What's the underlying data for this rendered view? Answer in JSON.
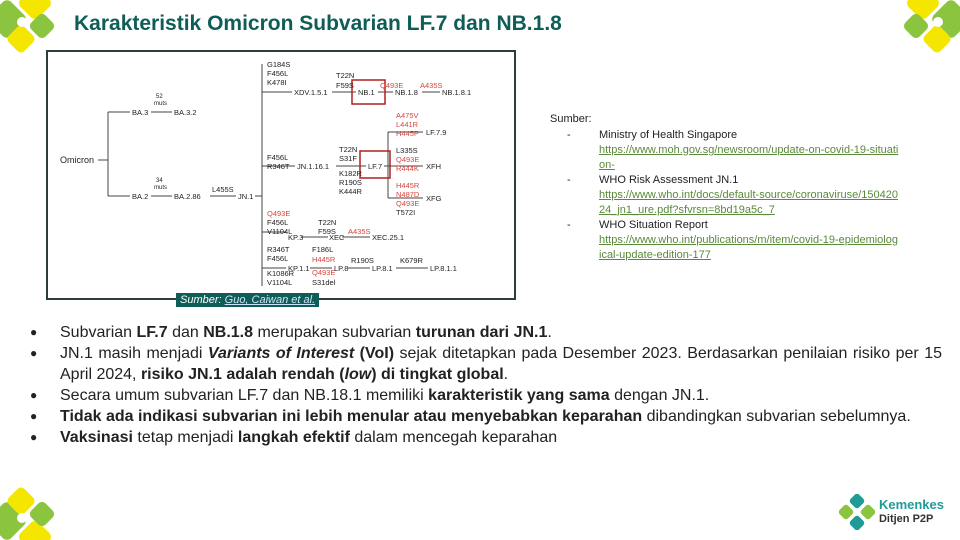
{
  "title": "Karakteristik Omicron Subvarian LF.7 dan NB.1.8",
  "tree": {
    "root": "Omicron",
    "nodes": {
      "ba3": "BA.3",
      "ba32": "BA.3.2",
      "ba3_muts_n": "52",
      "ba3_muts_l": "muts",
      "ba2": "BA.2",
      "ba286": "BA.2.86",
      "ba2_muts_n": "34",
      "ba2_muts_l": "muts",
      "l455s": "L455S",
      "jn1": "JN.1",
      "g184s": "G184S",
      "f456l_a": "F456L",
      "k478i": "K478I",
      "xdv": "XDV.1.5.1",
      "t22n_a": "T22N",
      "f59s_a": "F59S",
      "nb1": "NB.1",
      "q493e_a": "Q493E",
      "nb18": "NB.1.8",
      "a435s_a": "A435S",
      "nb181": "NB.1.8.1",
      "f456l_b": "F456L",
      "r346t_a": "R346T",
      "jn1161": "JN.1.16.1",
      "t22n_b": "T22N",
      "s31f": "S31F",
      "k182r": "K182R",
      "r190s_a": "R190S",
      "k444r": "K444R",
      "lf7": "LF.7",
      "a475v": "A475V",
      "l441r": "L441R",
      "h445p": "H445P",
      "lf79": "LF.7.9",
      "l335s": "L335S",
      "q493e_b": "Q493E",
      "r444k": "R444K",
      "xfh": "XFH",
      "h445r": "H445R",
      "n487d": "N487D",
      "q493e_c": "Q493E",
      "t572i": "T572I",
      "xfg": "XFG",
      "q493e_d": "Q493E",
      "f456l_c": "F456L",
      "v1104l_a": "V1104L",
      "kp3": "KP.3",
      "t22n_c": "T22N",
      "f59s_b": "F59S",
      "xec": "XEC",
      "a435s_b": "A435S",
      "xec251": "XEC.25.1",
      "r346t_b": "R346T",
      "f456l_d": "F456L",
      "k1086r": "K1086R",
      "v1104l_b": "V1104L",
      "kp11": "KP.1.1",
      "f186l": "F186L",
      "h445r_b": "H445R",
      "q493e_e": "Q493E",
      "s31del": "S31del",
      "lp8": "LP.8",
      "r190s_b": "R190S",
      "lp81": "LP.8.1",
      "k679r": "K679R",
      "lp811": "LP.8.1.1"
    }
  },
  "caption": {
    "prefix": "Sumber: ",
    "link": "Guo, Caiwan et al."
  },
  "sources": {
    "label": "Sumber:",
    "items": [
      {
        "name": "Ministry of Health Singapore",
        "url": "https://www.moh.gov.sg/newsroom/update-on-covid-19-situation-"
      },
      {
        "name": "WHO Risk Assessment JN.1",
        "url": "https://www.who.int/docs/default-source/coronaviruse/15042024_jn1_ure.pdf?sfvrsn=8bd19a5c_7"
      },
      {
        "name": "WHO Situation Report",
        "url": "https://www.who.int/publications/m/item/covid-19-epidemiological-update-edition-177"
      }
    ]
  },
  "bullets": [
    [
      {
        "t": "Subvarian "
      },
      {
        "t": "LF.7",
        "b": true
      },
      {
        "t": " dan "
      },
      {
        "t": "NB.1.8",
        "b": true
      },
      {
        "t": " merupakan subvarian "
      },
      {
        "t": "turunan dari JN.1",
        "b": true
      },
      {
        "t": "."
      }
    ],
    [
      {
        "t": "JN.1 masih menjadi "
      },
      {
        "t": "Variants of Interest",
        "b": true,
        "i": true
      },
      {
        "t": " "
      },
      {
        "t": "(VoI)",
        "b": true
      },
      {
        "t": " sejak ditetapkan pada Desember 2023. Berdasarkan penilaian risiko per 15 April 2024, "
      },
      {
        "t": "risiko JN.1 adalah rendah (",
        "b": true
      },
      {
        "t": "low",
        "b": true,
        "i": true
      },
      {
        "t": ") di tingkat global",
        "b": true
      },
      {
        "t": "."
      }
    ],
    [
      {
        "t": "Secara umum subvarian LF.7 dan NB.18.1 memiliki "
      },
      {
        "t": "karakteristik yang sama",
        "b": true
      },
      {
        "t": " dengan JN.1."
      }
    ],
    [
      {
        "t": "Tidak ada indikasi subvarian ini lebih menular atau menyebabkan keparahan",
        "b": true
      },
      {
        "t": " dibandingkan subvarian sebelumnya."
      }
    ],
    [
      {
        "t": "Vaksinasi",
        "b": true
      },
      {
        "t": " tetap menjadi "
      },
      {
        "t": "langkah efektif",
        "b": true
      },
      {
        "t": " dalam mencegah keparahan"
      }
    ]
  ],
  "logo": {
    "name": "Kemenkes",
    "sub": "Ditjen P2P"
  },
  "colors": {
    "title": "#0f5d57",
    "accent_green": "#8bc53f",
    "accent_yellow": "#f5e600",
    "teal": "#1f9c96",
    "mutation_red": "#d9443b",
    "highlight_box": "#b02020"
  },
  "icons": {
    "corner": "decorative-leaf-icon",
    "logo": "kemenkes-logo-icon"
  }
}
